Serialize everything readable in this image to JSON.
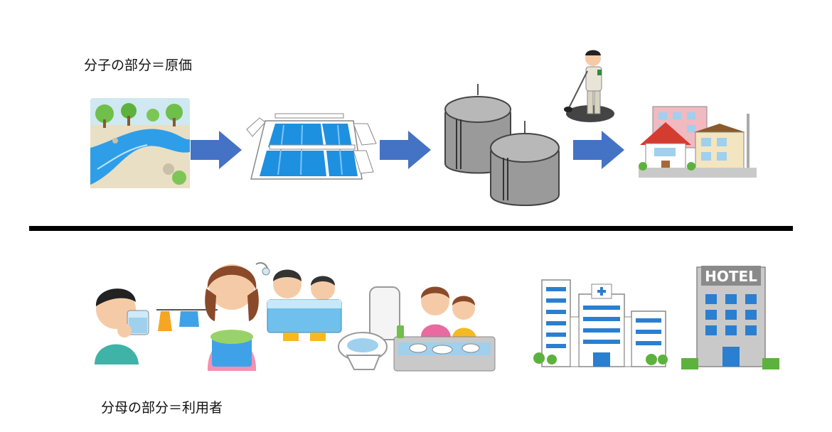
{
  "top": {
    "label": "分子の部分＝原価",
    "items": [
      {
        "icon": "river-icon"
      },
      {
        "icon": "water-treatment-plant-icon"
      },
      {
        "icon": "water-tanks-icon"
      },
      {
        "icon": "leak-inspector-icon"
      },
      {
        "icon": "houses-icon"
      }
    ]
  },
  "bottom": {
    "label": "分母の部分＝利用者",
    "items": [
      {
        "icon": "boy-drinking-water-icon"
      },
      {
        "icon": "mother-laundry-icon"
      },
      {
        "icon": "family-bath-icon"
      },
      {
        "icon": "toilet-icon"
      },
      {
        "icon": "washing-dishes-icon"
      },
      {
        "icon": "hospital-icon"
      },
      {
        "icon": "hotel-icon"
      }
    ],
    "hotel_sign": "HOTEL"
  },
  "colors": {
    "arrow": "#4472C4",
    "water": "#2f9ee8",
    "divider": "#000000"
  }
}
